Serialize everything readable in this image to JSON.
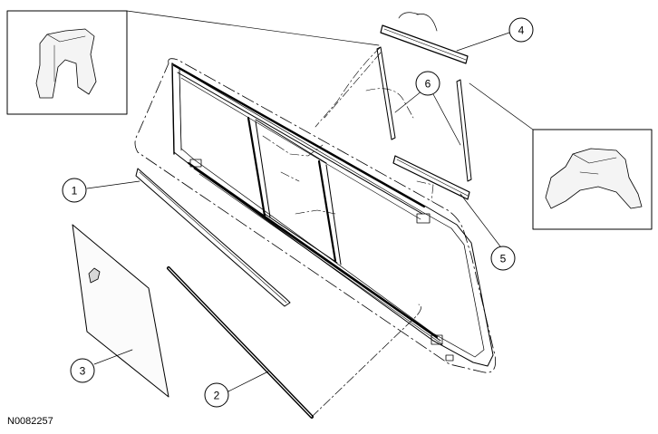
{
  "diagram": {
    "reference_code": "N0082257",
    "callouts": [
      {
        "id": "1",
        "label": "1"
      },
      {
        "id": "2",
        "label": "2"
      },
      {
        "id": "3",
        "label": "3"
      },
      {
        "id": "4",
        "label": "4"
      },
      {
        "id": "5",
        "label": "5"
      },
      {
        "id": "6",
        "label": "6"
      }
    ]
  }
}
